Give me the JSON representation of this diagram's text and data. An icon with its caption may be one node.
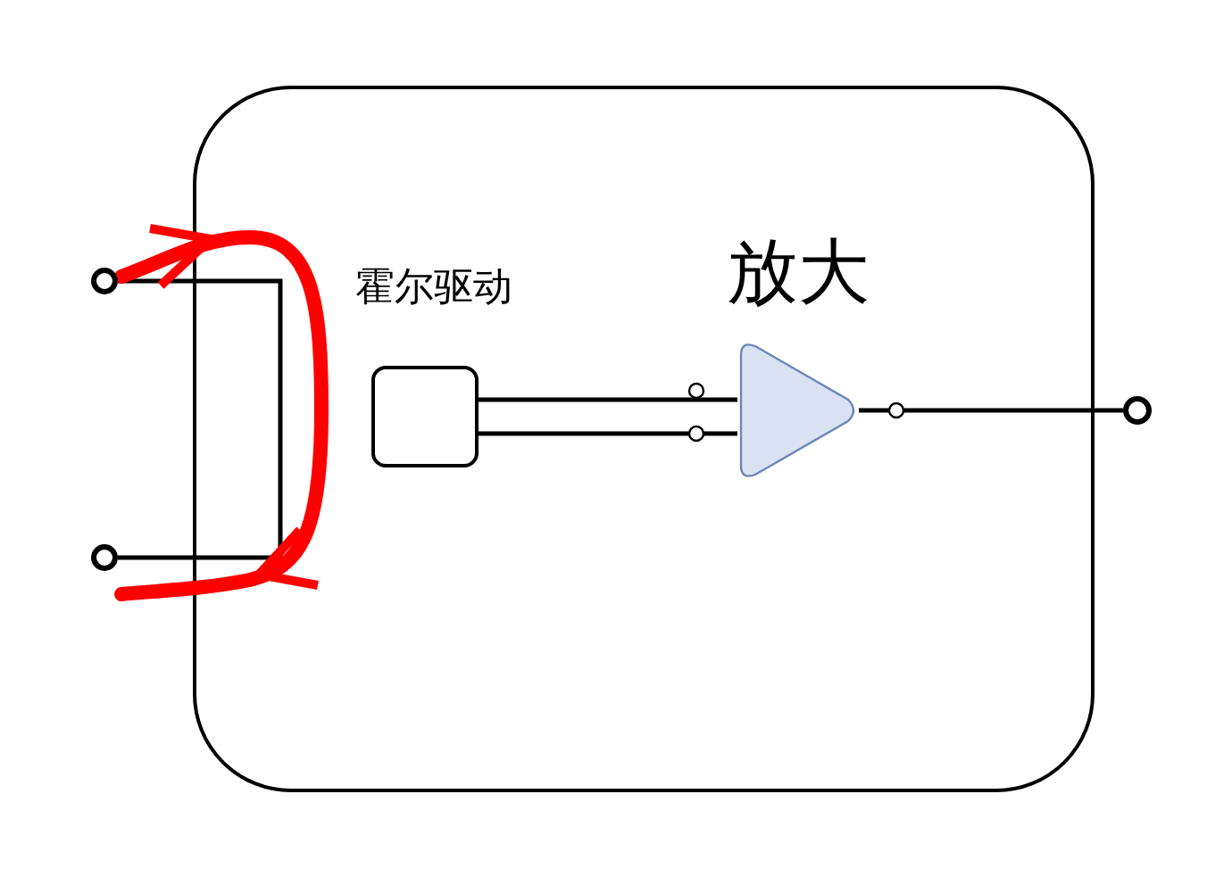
{
  "diagram": {
    "nodes": [
      {
        "text": [],
        "shape": "box"
      },
      {
        "text": [],
        "shape": "circle"
      },
      {
        "text": [],
        "shape": "circle"
      },
      {
        "text": [
          "霍尔驱动"
        ],
        "in": 0
      },
      {
        "text": [
          "放大"
        ],
        "in": 0
      },
      {
        "text": [],
        "shape": "circle"
      }
    ],
    "edges": [
      {
        "from": 1,
        "to": 2,
        "arrow": "none"
      },
      {
        "from": 3,
        "to": 4,
        "arrow": "none"
      },
      {
        "from": 3,
        "to": 4,
        "arrow": "none"
      },
      {
        "from": 4,
        "to": 5,
        "arrow": "none"
      }
    ]
  }
}
